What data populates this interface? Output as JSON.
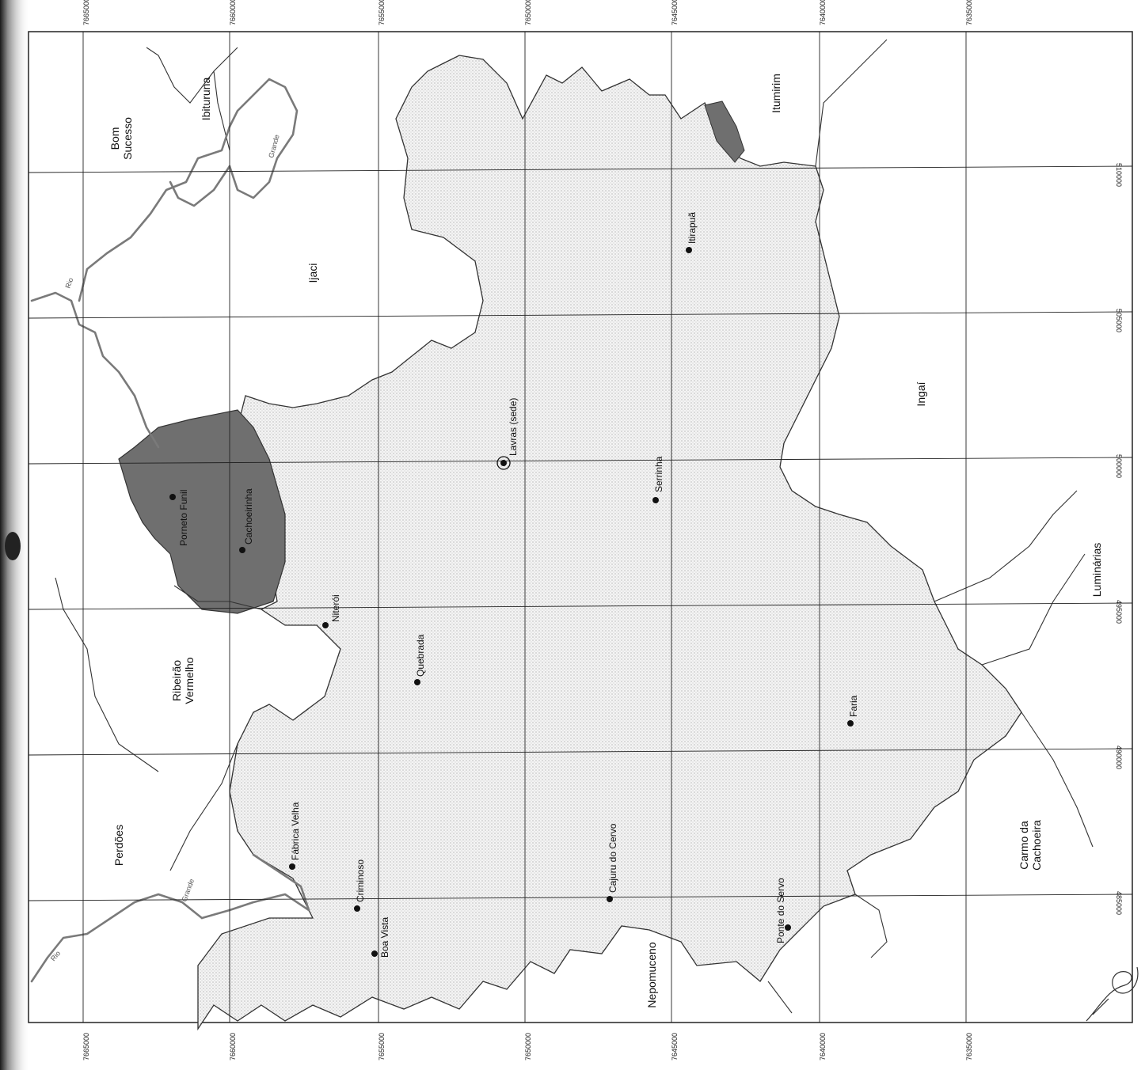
{
  "grid": {
    "northing_labels": [
      "7665000",
      "7660000",
      "7655000",
      "7650000",
      "7645000",
      "7640000",
      "7635000"
    ],
    "easting_labels": [
      "510000",
      "505000",
      "500000",
      "495000",
      "490000",
      "485000"
    ]
  },
  "municipalities": {
    "ibituruna": "Ibituruna",
    "bom_sucesso": "Bom Sucesso",
    "ijaci": "Ijaci",
    "itumirim": "Itumirim",
    "ingai": "Ingaí",
    "luminarias": "Luminárias",
    "ribeirao_vermelho": "Ribeirão Vermelho",
    "perdoes": "Perdões",
    "nepomuceno": "Nepomuceno",
    "carmo_da_cachoeira": "Carmo da Cachoeira"
  },
  "places": {
    "lavras": "Lavras (sede)",
    "serrinha": "Serrinha",
    "itirapua": "Itirapuã",
    "pombo_funil": "Porneto Funil",
    "cachoeirinha": "Cachoeirinha",
    "niteroi": "Niterói",
    "quebrada": "Quebrada",
    "faria": "Faria",
    "fabrica_velha": "Fábrica Velha",
    "criminoso": "Criminoso",
    "boa_vista": "Boa Vista",
    "cajuru": "Cajuru do Cervo",
    "ponte_do_cervo": "Ponte do Servo"
  },
  "rivers": {
    "upper_rio": "Rio",
    "upper_grande": "Grande",
    "lower_rio": "Rio",
    "lower_grande": "Grande"
  },
  "colors": {
    "municipality_fill": "#e8e8e8",
    "reservoir_fill": "#6f6f6f",
    "boundary": "#333333",
    "grid": "#222222",
    "river": "#7a7a7a"
  }
}
